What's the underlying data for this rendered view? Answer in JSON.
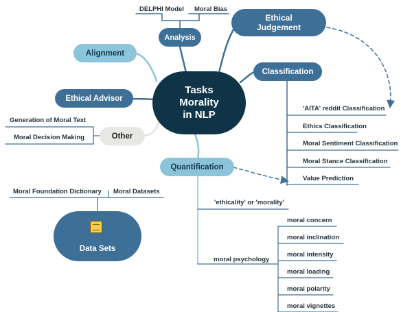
{
  "center": {
    "line1": "Tasks",
    "line2": "Morality",
    "line3": "in NLP"
  },
  "analysis": {
    "label": "Analysis",
    "children": [
      "DELPHI Model",
      "Moral Bias"
    ]
  },
  "ethical_judgement": {
    "line1": "Ethical",
    "line2": "Judgement"
  },
  "classification": {
    "label": "Classification",
    "children": [
      "'AITA' reddit Classification",
      "Ethics Classification",
      "Moral Sentiment Classification",
      "Moral Stance Classification",
      "Value Prediction"
    ]
  },
  "alignment": {
    "label": "Alignment"
  },
  "ethical_advisor": {
    "label": "Ethical Advisor"
  },
  "other": {
    "label": "Other",
    "children": [
      "Generation of Moral Text",
      "Moral Decision Making"
    ]
  },
  "quantification": {
    "label": "Quantification",
    "children": [
      "'ethicality' or 'morality'",
      "moral psychology"
    ],
    "moral_psychology": [
      "moral concern",
      "moral inclination",
      "moral intensity",
      "moral loading",
      "moral polarity",
      "moral vignettes"
    ]
  },
  "data_sets": {
    "label": "Data Sets",
    "children": [
      "Moral Foundation Dictionary",
      "Moral Datasets"
    ],
    "icon": "note-icon"
  },
  "colors": {
    "dark": "#3e6f97",
    "light": "#8cc4d9",
    "center": "#0f3448",
    "line": "#3e6f97"
  }
}
